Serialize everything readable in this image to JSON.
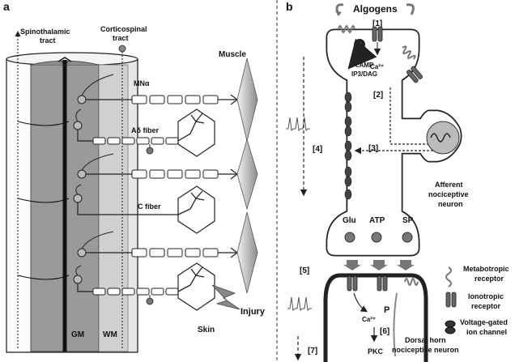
{
  "panel_a": {
    "letter": "a",
    "spinothalamic_1": "Spinothalamic",
    "spinothalamic_2": "tract",
    "corticospinal_1": "Corticospinal",
    "corticospinal_2": "tract",
    "muscle": "Muscle",
    "mn_alpha": "MNα",
    "a_delta": "Aδ fiber",
    "c_fiber": "C fiber",
    "skin": "Skin",
    "injury": "Injury",
    "gm": "GM",
    "wm": "WM"
  },
  "panel_b": {
    "letter": "b",
    "algogens": "Algogens",
    "step_1": "[1]",
    "step_2": "[2]",
    "step_3": "[3]",
    "step_4": "[4]",
    "step_5": "[5]",
    "step_6": "[6]",
    "step_7": "[7]",
    "g_protein": "G",
    "camp": "cAMP",
    "ip3dag": "IP3/DAG",
    "ca": "Ca²⁺",
    "afferent_1": "Afferent",
    "afferent_2": "nociceptive",
    "afferent_3": "neuron",
    "glu": "Glu",
    "atp": "ATP",
    "sp": "SP",
    "p": "P",
    "pkc": "PKC",
    "dorsal_1": "Dorsal horn",
    "dorsal_2": "nociceptive neuron"
  },
  "legend": {
    "metabotropic_1": "Metabotropic",
    "metabotropic_2": "receptor",
    "ionotropic_1": "Ionotropic",
    "ionotropic_2": "receptor",
    "voltage_1": "Voltage-gated",
    "voltage_2": "ion channel"
  },
  "colors": {
    "outline": "#222222",
    "gray_matter": "#9a9a9a",
    "white_matter": "#d9d9d9",
    "muscle_light": "#ececec",
    "muscle_dark": "#8f8f8f",
    "channel": "#555555"
  }
}
